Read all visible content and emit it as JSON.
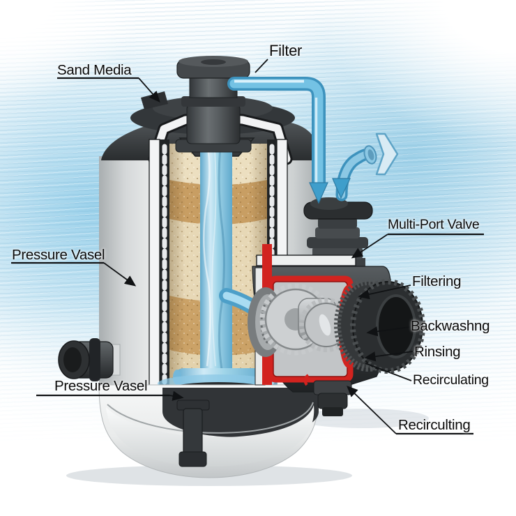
{
  "figure": {
    "kind": "cutaway-diagram",
    "subject": "Sand media filter tank with multi-port valve"
  },
  "labels": {
    "sand_media": "Sand Media",
    "filter": "Filter",
    "pressure_vessel_upper": "Pressure Vasel",
    "multi_port_valve": "Multi-Port Valve",
    "filtering": "Filtering",
    "backwashing": "Backwashng",
    "rinsing": "Rinsing",
    "recirculating": "Recirculating",
    "recirculating_bottom": "Recirculting",
    "pressure_vessel_lower": "Pressure Vasel"
  },
  "icons": {
    "flow_down_arrow": "solid blue triangle pointing down",
    "outflow_arrow": "light chevron arrow pointing right",
    "leader_arrowhead": "small black triangle"
  },
  "colors": {
    "flow_blue": "#58b0d8",
    "pipe_core_blue": "#a9dcf2",
    "cutaway_red": "#d2231f",
    "sand_light": "#e9dcbc",
    "sand_dark": "#c89e63",
    "vessel_white": "#f2f3f3",
    "hardware_dark": "#2e3133",
    "water_background": "#9fd3ea",
    "label_text": "#0a0a0a"
  }
}
